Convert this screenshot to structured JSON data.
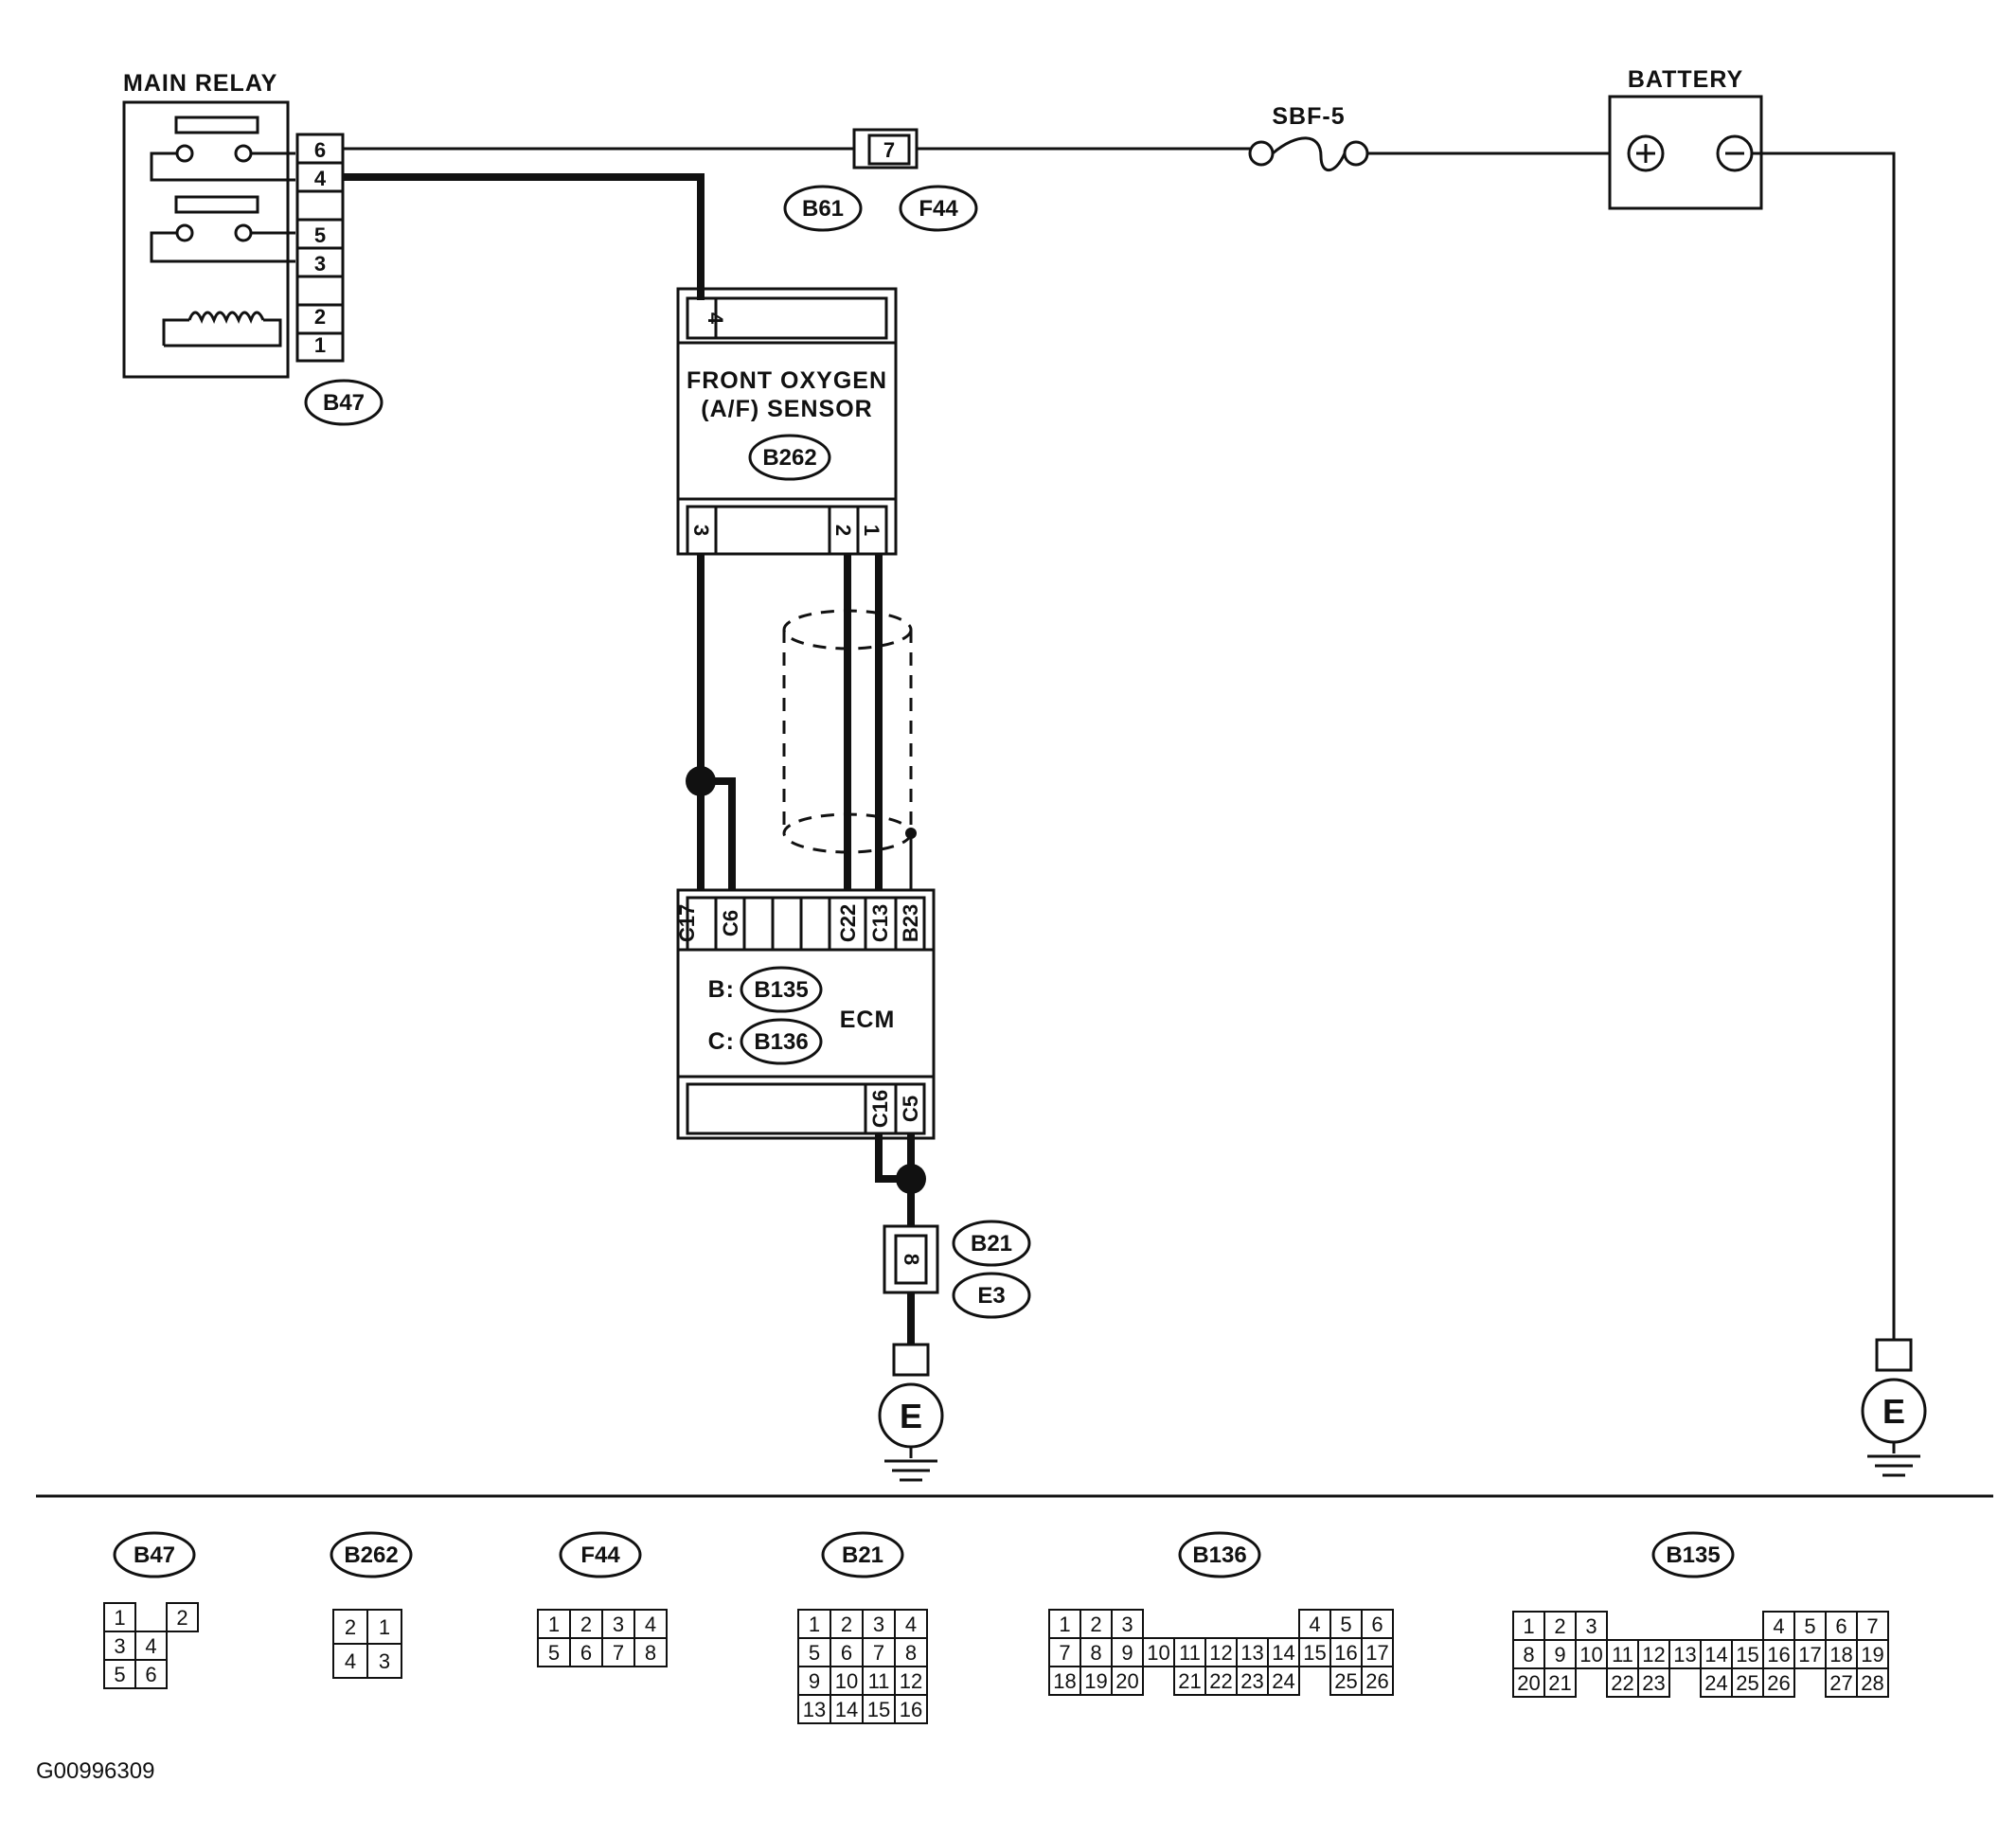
{
  "main_relay": {
    "label": "MAIN RELAY",
    "pins": [
      "6",
      "4",
      "5",
      "3",
      "2",
      "1"
    ],
    "connector": "B47"
  },
  "battery": {
    "label": "BATTERY",
    "plus": "+",
    "minus": "−"
  },
  "fuse": {
    "label": "SBF-5"
  },
  "inline_connector_top": {
    "pin": "7",
    "connectors": [
      "B61",
      "F44"
    ]
  },
  "sensor": {
    "title_line1": "FRONT OXYGEN",
    "title_line2": "(A/F) SENSOR",
    "connector": "B262",
    "top_pin": "4",
    "bottom_pins": [
      "3",
      "2",
      "1"
    ]
  },
  "ecm": {
    "label": "ECM",
    "top_pins": [
      "C17",
      "C6",
      "C22",
      "C13",
      "B23"
    ],
    "bottom_pins": [
      "C16",
      "C5"
    ],
    "b_prefix": "B:",
    "b_connector": "B135",
    "c_prefix": "C:",
    "c_connector": "B136"
  },
  "inline_connector_bottom": {
    "pin": "8",
    "connectors": [
      "B21",
      "E3"
    ]
  },
  "ground": {
    "symbol": "E"
  },
  "legend": [
    {
      "id": "B47",
      "rows": [
        [
          "1",
          "",
          "2"
        ],
        [
          "3",
          "4"
        ],
        [
          "5",
          "6"
        ]
      ]
    },
    {
      "id": "B262",
      "rows": [
        [
          "2",
          "1"
        ],
        [
          "4",
          "3"
        ]
      ]
    },
    {
      "id": "F44",
      "rows": [
        [
          "1",
          "2",
          "3",
          "4"
        ],
        [
          "5",
          "6",
          "7",
          "8"
        ]
      ]
    },
    {
      "id": "B21",
      "rows": [
        [
          "1",
          "2",
          "3",
          "4"
        ],
        [
          "5",
          "6",
          "7",
          "8"
        ],
        [
          "9",
          "10",
          "11",
          "12"
        ],
        [
          "13",
          "14",
          "15",
          "16"
        ]
      ]
    },
    {
      "id": "B136",
      "rows": [
        [
          "1",
          "2",
          "3",
          "",
          "",
          "",
          "",
          "",
          "4",
          "5",
          "6"
        ],
        [
          "7",
          "8",
          "9",
          "10",
          "11",
          "12",
          "13",
          "14",
          "15",
          "16",
          "17"
        ],
        [
          "18",
          "19",
          "20",
          "",
          "21",
          "22",
          "23",
          "24",
          "",
          "25",
          "26"
        ]
      ]
    },
    {
      "id": "B135",
      "rows": [
        [
          "1",
          "2",
          "3",
          "",
          "",
          "",
          "",
          "",
          "4",
          "5",
          "6",
          "7"
        ],
        [
          "8",
          "9",
          "10",
          "11",
          "12",
          "13",
          "14",
          "15",
          "16",
          "17",
          "18",
          "19"
        ],
        [
          "20",
          "21",
          "",
          "22",
          "23",
          "",
          "24",
          "25",
          "26",
          "",
          "27",
          "28"
        ]
      ]
    }
  ],
  "figure_id": "G00996309"
}
